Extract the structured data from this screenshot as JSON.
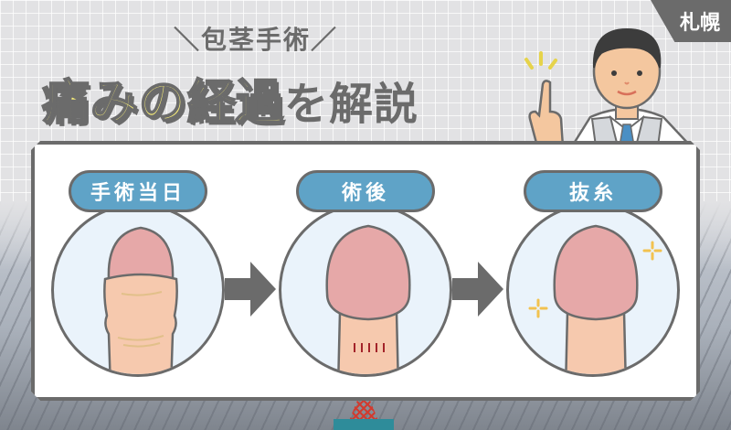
{
  "header": {
    "subtitle": "＼包茎手術／",
    "title_highlight_1": "痛みの",
    "title_highlight_2": "経過",
    "title_rest": "を解説",
    "region_badge": "札幌"
  },
  "steps": [
    {
      "label": "手術当日",
      "illustration": "swollen-day-of-surgery",
      "marks": "swelling-lines"
    },
    {
      "label": "術後",
      "illustration": "post-surgery-with-stitches",
      "marks": "suture-lines"
    },
    {
      "label": "抜糸",
      "illustration": "healed-after-stitch-removal",
      "marks": "sparkle"
    }
  ],
  "colors": {
    "accent_blue": "#5fa3c7",
    "outline_gray": "#6b6b6b",
    "title_yellow": "#fbf17a",
    "circle_bg": "#eaf3fb",
    "skin": "#f6c9ae",
    "glans": "#e6a8a8",
    "suture_red": "#a3232a",
    "sparkle_yellow": "#f2c24f",
    "tie_blue": "#4a8fc4"
  }
}
